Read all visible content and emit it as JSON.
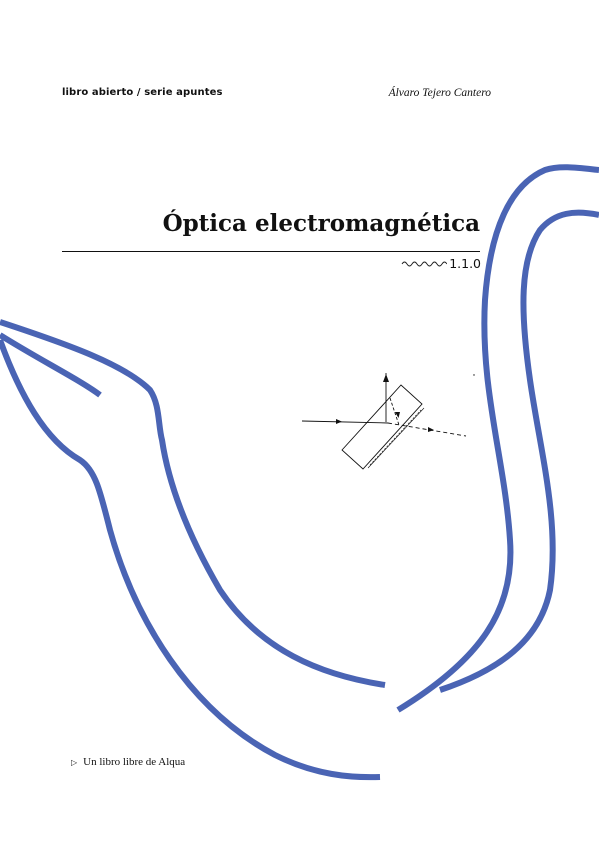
{
  "header": {
    "series_label": "libro abierto / serie apuntes",
    "author": "Álvaro Tejero Cantero"
  },
  "title": "Óptica electromagnética",
  "version": "1.1.0",
  "footer": {
    "marker_icon": "triangle-right-icon",
    "text": "Un libro libre de Alqua"
  },
  "colors": {
    "decoration_stroke": "#4a64b4",
    "text": "#111111"
  }
}
